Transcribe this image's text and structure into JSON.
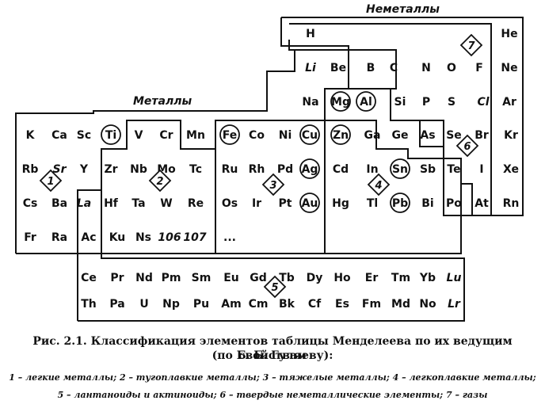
{
  "headers": {
    "metals": "Металлы",
    "nonmetals": "Неметаллы"
  },
  "elements": [
    {
      "s": "H",
      "r": 1,
      "c": 1
    },
    {
      "s": "He",
      "r": 1,
      "c": 15
    },
    {
      "s": "Li",
      "r": 2,
      "c": 1,
      "i": true
    },
    {
      "s": "Be",
      "r": 2,
      "c": 2
    },
    {
      "s": "B",
      "r": 2,
      "c": 10
    },
    {
      "s": "C",
      "r": 2,
      "c": 11
    },
    {
      "s": "N",
      "r": 2,
      "c": 12
    },
    {
      "s": "O",
      "r": 2,
      "c": 13
    },
    {
      "s": "F",
      "r": 2,
      "c": 14
    },
    {
      "s": "Ne",
      "r": 2,
      "c": 15
    },
    {
      "s": "Na",
      "r": 3,
      "c": 1
    },
    {
      "s": "Mg",
      "r": 3,
      "c": 2,
      "o": true
    },
    {
      "s": "Al",
      "r": 3,
      "c": 10,
      "o": true
    },
    {
      "s": "Si",
      "r": 3,
      "c": 11
    },
    {
      "s": "P",
      "r": 3,
      "c": 12
    },
    {
      "s": "S",
      "r": 3,
      "c": 13
    },
    {
      "s": "Cl",
      "r": 3,
      "c": 14,
      "i": true
    },
    {
      "s": "Ar",
      "r": 3,
      "c": 15
    },
    {
      "s": "K",
      "r": 4,
      "c": 1
    },
    {
      "s": "Ca",
      "r": 4,
      "c": 2
    },
    {
      "s": "Sc",
      "r": 4,
      "c": 3
    },
    {
      "s": "Ti",
      "r": 4,
      "c": 4,
      "o": true
    },
    {
      "s": "V",
      "r": 4,
      "c": 5
    },
    {
      "s": "Cr",
      "r": 4,
      "c": 6
    },
    {
      "s": "Mn",
      "r": 4,
      "c": 7
    },
    {
      "s": "Fe",
      "r": 4,
      "c": 8,
      "o": true
    },
    {
      "s": "Co",
      "r": 4,
      "c": 9
    },
    {
      "s": "Ni",
      "r": 4,
      "c": 10
    },
    {
      "s": "Cu",
      "r": 4,
      "c": 11,
      "o": true
    },
    {
      "s": "Zn",
      "r": 4,
      "c": 12,
      "o": true
    },
    {
      "s": "Ga",
      "r": 4,
      "c": 13
    },
    {
      "s": "Ge",
      "r": 4,
      "c": 14
    },
    {
      "s": "As",
      "r": 4,
      "c": 15
    },
    {
      "s": "Se",
      "r": 4,
      "c": 16
    },
    {
      "s": "Br",
      "r": 4,
      "c": 17
    },
    {
      "s": "Kr",
      "r": 4,
      "c": 18
    },
    {
      "s": "Rb",
      "r": 5,
      "c": 1
    },
    {
      "s": "Sr",
      "r": 5,
      "c": 2,
      "i": true
    },
    {
      "s": "Y",
      "r": 5,
      "c": 3
    },
    {
      "s": "Zr",
      "r": 5,
      "c": 4
    },
    {
      "s": "Nb",
      "r": 5,
      "c": 5
    },
    {
      "s": "Mo",
      "r": 5,
      "c": 6
    },
    {
      "s": "Tc",
      "r": 5,
      "c": 7
    },
    {
      "s": "Ru",
      "r": 5,
      "c": 8
    },
    {
      "s": "Rh",
      "r": 5,
      "c": 9
    },
    {
      "s": "Pd",
      "r": 5,
      "c": 10
    },
    {
      "s": "Ag",
      "r": 5,
      "c": 11,
      "o": true
    },
    {
      "s": "Cd",
      "r": 5,
      "c": 12
    },
    {
      "s": "In",
      "r": 5,
      "c": 13
    },
    {
      "s": "Sn",
      "r": 5,
      "c": 14,
      "o": true
    },
    {
      "s": "Sb",
      "r": 5,
      "c": 15
    },
    {
      "s": "Te",
      "r": 5,
      "c": 16
    },
    {
      "s": "I",
      "r": 5,
      "c": 17
    },
    {
      "s": "Xe",
      "r": 5,
      "c": 18
    },
    {
      "s": "Cs",
      "r": 6,
      "c": 1
    },
    {
      "s": "Ba",
      "r": 6,
      "c": 2
    },
    {
      "s": "La",
      "r": 6,
      "c": 3,
      "i": true
    },
    {
      "s": "Hf",
      "r": 6,
      "c": 4
    },
    {
      "s": "Ta",
      "r": 6,
      "c": 5
    },
    {
      "s": "W",
      "r": 6,
      "c": 6
    },
    {
      "s": "Re",
      "r": 6,
      "c": 7
    },
    {
      "s": "Os",
      "r": 6,
      "c": 8
    },
    {
      "s": "Ir",
      "r": 6,
      "c": 9
    },
    {
      "s": "Pt",
      "r": 6,
      "c": 10
    },
    {
      "s": "Au",
      "r": 6,
      "c": 11,
      "o": true
    },
    {
      "s": "Hg",
      "r": 6,
      "c": 12
    },
    {
      "s": "Tl",
      "r": 6,
      "c": 13
    },
    {
      "s": "Pb",
      "r": 6,
      "c": 14,
      "o": true
    },
    {
      "s": "Bi",
      "r": 6,
      "c": 15
    },
    {
      "s": "Po",
      "r": 6,
      "c": 16
    },
    {
      "s": "At",
      "r": 6,
      "c": 17
    },
    {
      "s": "Rn",
      "r": 6,
      "c": 18
    },
    {
      "s": "Fr",
      "r": 7,
      "c": 1
    },
    {
      "s": "Ra",
      "r": 7,
      "c": 2
    },
    {
      "s": "Ac",
      "r": 7,
      "c": 3
    },
    {
      "s": "Ku",
      "r": 7,
      "c": 4
    },
    {
      "s": "Ns",
      "r": 7,
      "c": 5
    },
    {
      "s": "106",
      "r": 7,
      "c": 6,
      "i": true
    },
    {
      "s": "107",
      "r": 7,
      "c": 7,
      "i": true
    },
    {
      "s": "...",
      "r": 7,
      "c": 8
    },
    {
      "s": "Ce",
      "r": 8,
      "c": 1
    },
    {
      "s": "Pr",
      "r": 8,
      "c": 2
    },
    {
      "s": "Nd",
      "r": 8,
      "c": 3
    },
    {
      "s": "Pm",
      "r": 8,
      "c": 4
    },
    {
      "s": "Sm",
      "r": 8,
      "c": 5
    },
    {
      "s": "Eu",
      "r": 8,
      "c": 6
    },
    {
      "s": "Gd",
      "r": 8,
      "c": 7
    },
    {
      "s": "Tb",
      "r": 8,
      "c": 8
    },
    {
      "s": "Dy",
      "r": 8,
      "c": 9
    },
    {
      "s": "Ho",
      "r": 8,
      "c": 10
    },
    {
      "s": "Er",
      "r": 8,
      "c": 11
    },
    {
      "s": "Tm",
      "r": 8,
      "c": 12
    },
    {
      "s": "Yb",
      "r": 8,
      "c": 13
    },
    {
      "s": "Lu",
      "r": 8,
      "c": 14,
      "i": true
    },
    {
      "s": "Th",
      "r": 9,
      "c": 1
    },
    {
      "s": "Pa",
      "r": 9,
      "c": 2
    },
    {
      "s": "U",
      "r": 9,
      "c": 3
    },
    {
      "s": "Np",
      "r": 9,
      "c": 4
    },
    {
      "s": "Pu",
      "r": 9,
      "c": 5
    },
    {
      "s": "Am",
      "r": 9,
      "c": 6
    },
    {
      "s": "Cm",
      "r": 9,
      "c": 7
    },
    {
      "s": "Bk",
      "r": 9,
      "c": 8
    },
    {
      "s": "Cf",
      "r": 9,
      "c": 9
    },
    {
      "s": "Es",
      "r": 9,
      "c": 10
    },
    {
      "s": "Fm",
      "r": 9,
      "c": 11
    },
    {
      "s": "Md",
      "r": 9,
      "c": 12
    },
    {
      "s": "No",
      "r": 9,
      "c": 13
    },
    {
      "s": "Lr",
      "r": 9,
      "c": 14,
      "i": true
    }
  ],
  "groups": [
    "1",
    "2",
    "3",
    "4",
    "5",
    "6",
    "7"
  ],
  "caption": {
    "title": "Рис. 2.1.  Классификация элементов таблицы Менделеева по их ведущим свойствам",
    "subtitle": "(по Б. Б. Гуляеву):",
    "legend_line1": "1 – легкие металлы; 2 – тугоплавкие металлы; 3 – тяжелые металлы; 4 – легкоплавкие металлы;",
    "legend_line2": "5 – лантаноиды и актиноиды; 6 – твердые неметаллические элементы; 7 – газы"
  }
}
